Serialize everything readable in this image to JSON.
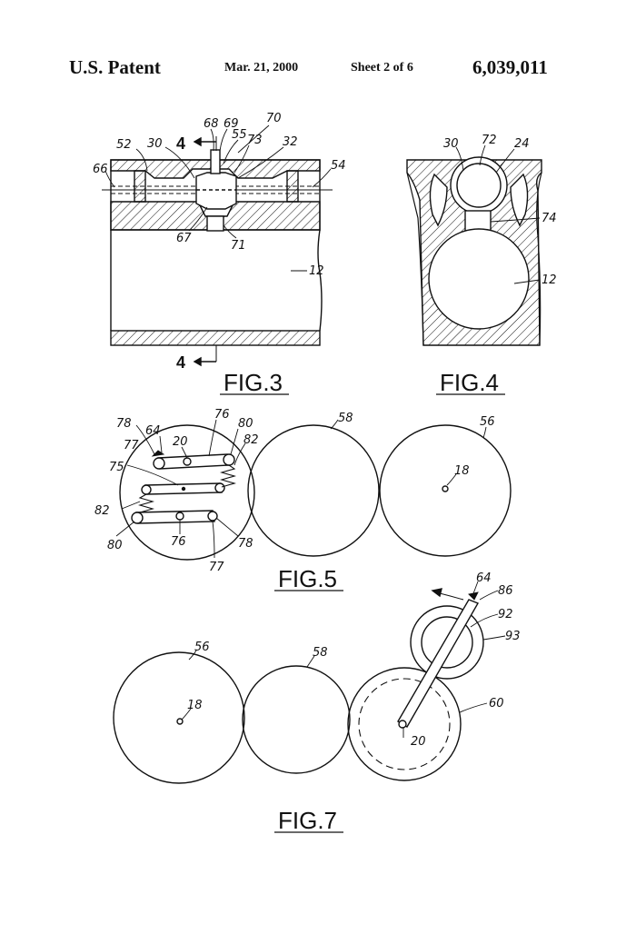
{
  "header": {
    "left": "U.S. Patent",
    "date": "Mar. 21, 2000",
    "sheet": "Sheet 2 of 6",
    "patent_number": "6,039,011"
  },
  "figures": {
    "fig3": {
      "caption": "FIG.3",
      "section_mark": "4",
      "labels": {
        "l68": "68",
        "l69": "69",
        "l70": "70",
        "l55": "55",
        "l73": "73",
        "l52": "52",
        "l30": "30",
        "l32": "32",
        "l66": "66",
        "l54": "54",
        "l67": "67",
        "l71": "71",
        "l12": "12"
      }
    },
    "fig4": {
      "caption": "FIG.4",
      "labels": {
        "l30": "30",
        "l72": "72",
        "l24": "24",
        "l74": "74",
        "l12": "12"
      }
    },
    "fig5": {
      "caption": "FIG.5",
      "labels": {
        "l64": "64",
        "l78a": "78",
        "l76a": "76",
        "l80a": "80",
        "l77a": "77",
        "l20": "20",
        "l82a": "82",
        "l75": "75",
        "l82b": "82",
        "l80b": "80",
        "l76b": "76",
        "l78b": "78",
        "l77b": "77",
        "l58": "58",
        "l56": "56",
        "l18": "18"
      }
    },
    "fig7": {
      "caption": "FIG.7",
      "labels": {
        "l64": "64",
        "l86": "86",
        "l92": "92",
        "l93": "93",
        "l56": "56",
        "l58": "58",
        "l18": "18",
        "l60": "60",
        "l20": "20"
      }
    }
  }
}
